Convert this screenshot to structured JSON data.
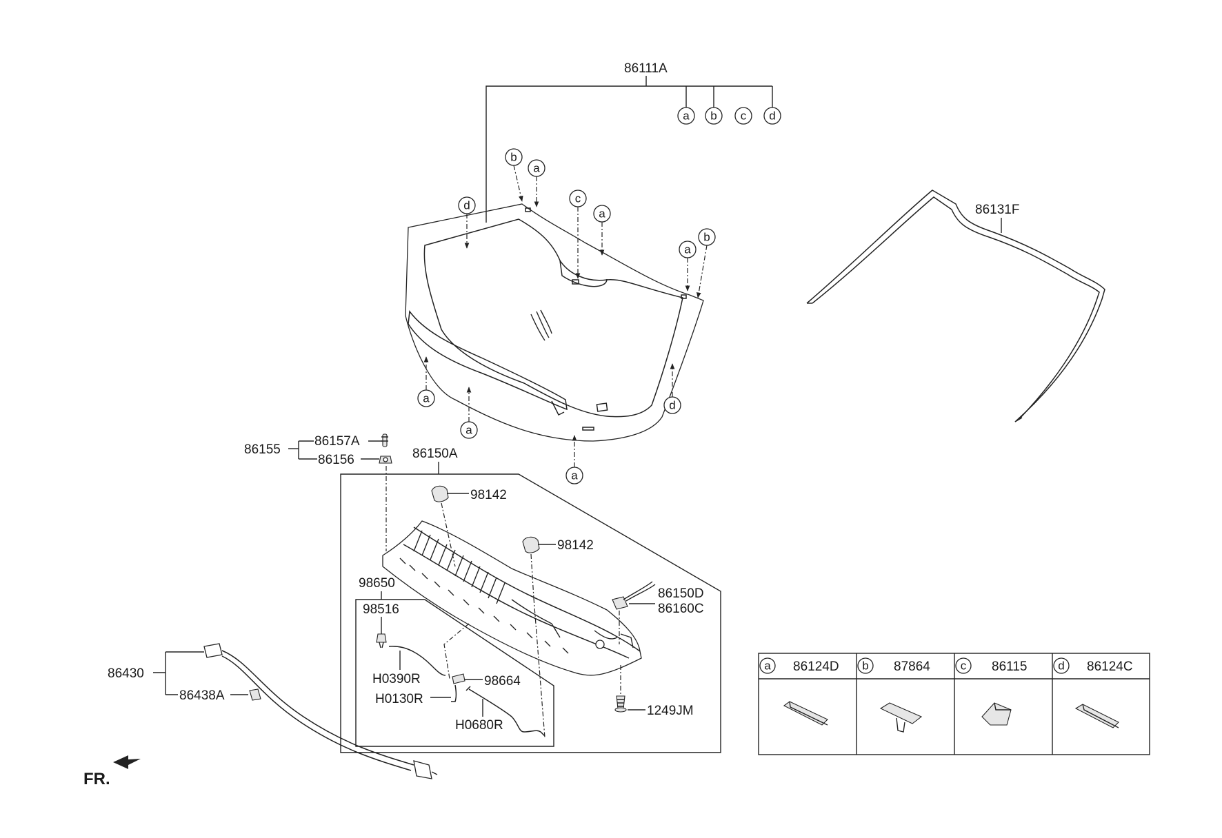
{
  "parts": {
    "windshield": "86111A",
    "moulding": "86131F",
    "cowl_group": "86155",
    "clip_upper": "86157A",
    "clip_lower": "86156",
    "cowl_panel": "86150A",
    "nozzle_left": "98142",
    "nozzle_right": "98142",
    "hose_assy": "98650",
    "check_valve": "98516",
    "hose_1": "H0390R",
    "connector": "98664",
    "hose_2": "H0130R",
    "hose_3": "H0680R",
    "seal_d": "86150D",
    "seal_c": "86160C",
    "screw": "1249JM",
    "harness": "86430",
    "harness_clip": "86438A"
  },
  "callouts": {
    "a": "a",
    "b": "b",
    "c": "c",
    "d": "d"
  },
  "legend": [
    {
      "letter": "a",
      "part": "86124D"
    },
    {
      "letter": "b",
      "part": "87864"
    },
    {
      "letter": "c",
      "part": "86115"
    },
    {
      "letter": "d",
      "part": "86124C"
    }
  ],
  "front_marker": "FR."
}
